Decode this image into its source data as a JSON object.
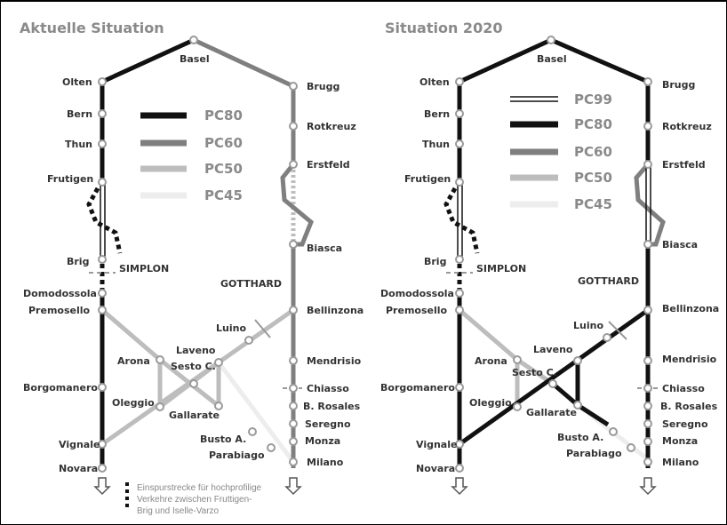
{
  "left_panel": {
    "title": "Aktuelle Situation",
    "legend": [
      "PC80",
      "PC60",
      "PC50",
      "PC45"
    ],
    "stations": {
      "basel": "Basel",
      "olten": "Olten",
      "bern": "Bern",
      "thun": "Thun",
      "frutigen": "Frutigen",
      "brig": "Brig",
      "simplon": "SIMPLON",
      "domodossola": "Domodossola",
      "premosello": "Premosello",
      "arona": "Arona",
      "borgomanero": "Borgomanero",
      "oleggio": "Oleggio",
      "vignale": "Vignale",
      "novara": "Novara",
      "brugg": "Brugg",
      "rotkreuz": "Rotkreuz",
      "erstfeld": "Erstfeld",
      "biasca": "Biasca",
      "gotthard": "GOTTHARD",
      "bellinzona": "Bellinzona",
      "luino": "Luino",
      "laveno": "Laveno",
      "sesto": "Sesto C.",
      "gallarate": "Gallarate",
      "mendrisio": "Mendrisio",
      "chiasso": "Chiasso",
      "rosales": "B. Rosales",
      "seregno": "Seregno",
      "monza": "Monza",
      "busto": "Busto A.",
      "parabiago": "Parabiago",
      "milano": "Milano"
    },
    "note": [
      "Einspurstrecke für hochprofilige",
      "Verkehre zwischen Fruttigen-",
      "Brig und Iselle-Varzo"
    ]
  },
  "right_panel": {
    "title": "Situation 2020",
    "legend": [
      "PC99",
      "PC80",
      "PC60",
      "PC50",
      "PC45"
    ],
    "stations": {
      "basel": "Basel",
      "olten": "Olten",
      "bern": "Bern",
      "thun": "Thun",
      "frutigen": "Frutigen",
      "brig": "Brig",
      "simplon": "SIMPLON",
      "domodossola": "Domodossola",
      "premosello": "Premosello",
      "arona": "Arona",
      "borgomanero": "Borgomanero",
      "oleggio": "Oleggio",
      "vignale": "Vignale",
      "novara": "Novara",
      "brugg": "Brugg",
      "rotkreuz": "Rotkreuz",
      "erstfeld": "Erstfeld",
      "biasca": "Biasca",
      "gotthard": "GOTTHARD",
      "bellinzona": "Bellinzona",
      "luino": "Luino",
      "laveno": "Laveno",
      "sesto": "Sesto C.",
      "gallarate": "Gallarate",
      "mendrisio": "Mendrisio",
      "chiasso": "Chiasso",
      "rosales": "B. Rosales",
      "seregno": "Seregno",
      "monza": "Monza",
      "busto": "Busto A.",
      "parabiago": "Parabiago",
      "milano": "Milano"
    }
  },
  "colors": {
    "pc80": "#111111",
    "pc60": "#7f7f7f",
    "pc50": "#bdbdbd",
    "pc45": "#ededed",
    "node": "#9a9a9a"
  }
}
